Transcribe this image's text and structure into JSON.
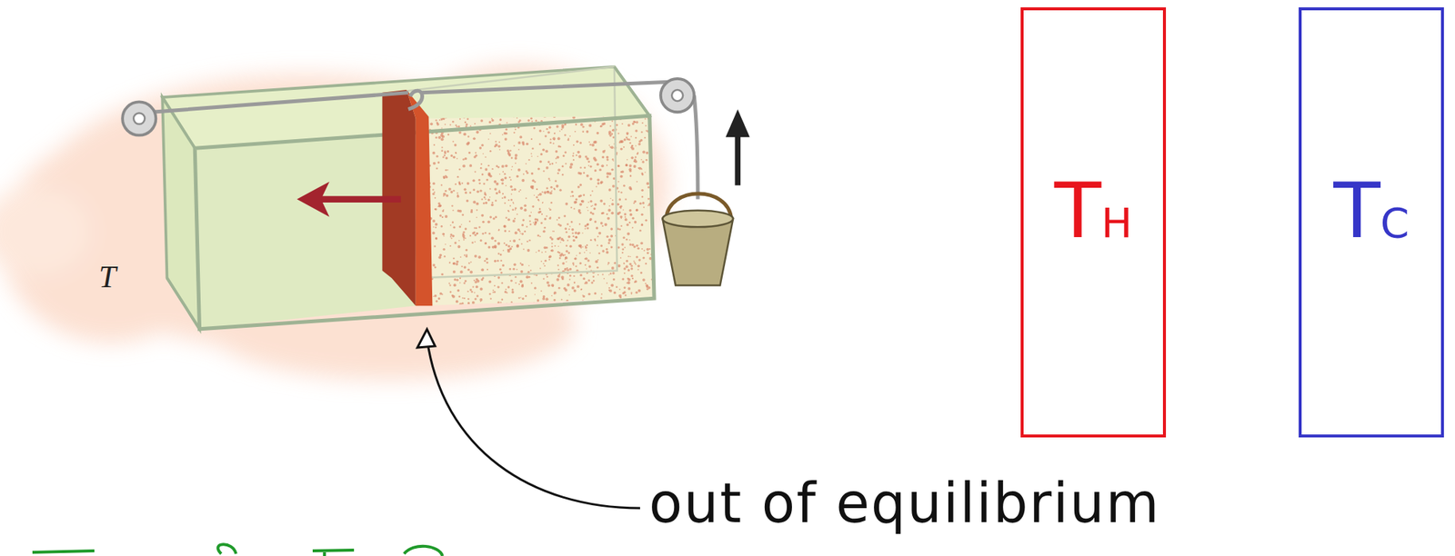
{
  "diagram": {
    "nodes": [
      {
        "text": [
          "TH"
        ]
      },
      {
        "text": [
          "TC"
        ]
      }
    ],
    "labels": [
      "T",
      "out of equilibrium"
    ]
  }
}
